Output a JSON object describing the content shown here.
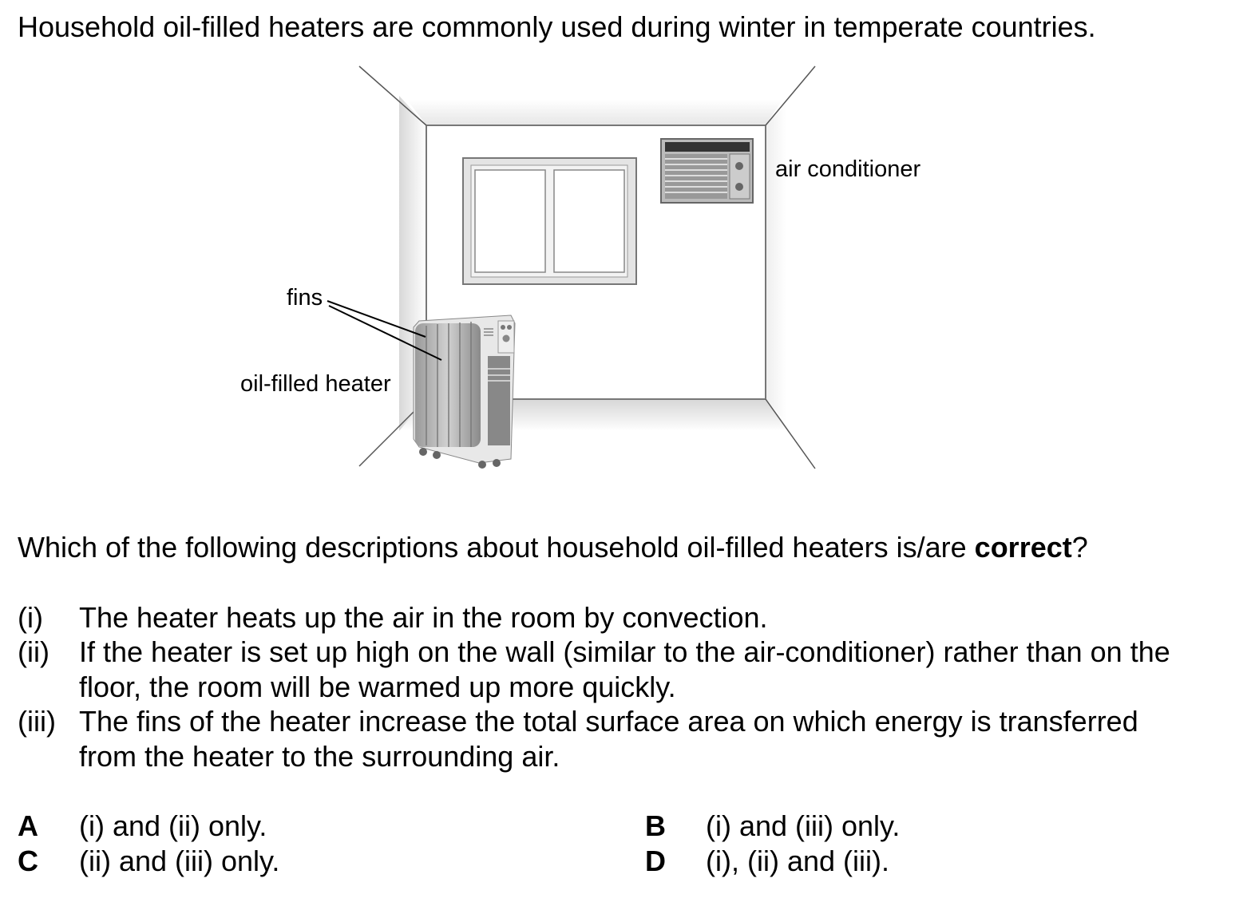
{
  "intro": "Household oil-filled heaters are commonly used during winter in temperate countries.",
  "diagram": {
    "labels": {
      "air_conditioner": "air conditioner",
      "fins": "fins",
      "heater": "oil-filled heater"
    }
  },
  "question": {
    "before": "Which of the following descriptions about household oil-filled heaters is/are ",
    "emphasis": "correct",
    "after": "?"
  },
  "statements": [
    {
      "num": "(i)",
      "lines": [
        "The heater heats up the air in the room by convection."
      ]
    },
    {
      "num": "(ii)",
      "lines": [
        "If the heater is set up high on the wall (similar to the air-conditioner) rather than on the",
        "floor, the room will be warmed up more quickly."
      ]
    },
    {
      "num": "(iii)",
      "lines": [
        "The fins of the heater increase the total surface area on which energy is transferred",
        "from the heater to the surrounding air."
      ]
    }
  ],
  "options": [
    {
      "letter": "A",
      "text": "(i) and (ii) only."
    },
    {
      "letter": "B",
      "text": "(i) and (iii) only."
    },
    {
      "letter": "C",
      "text": "(ii) and (iii) only."
    },
    {
      "letter": "D",
      "text": "(i), (ii) and (iii)."
    }
  ]
}
